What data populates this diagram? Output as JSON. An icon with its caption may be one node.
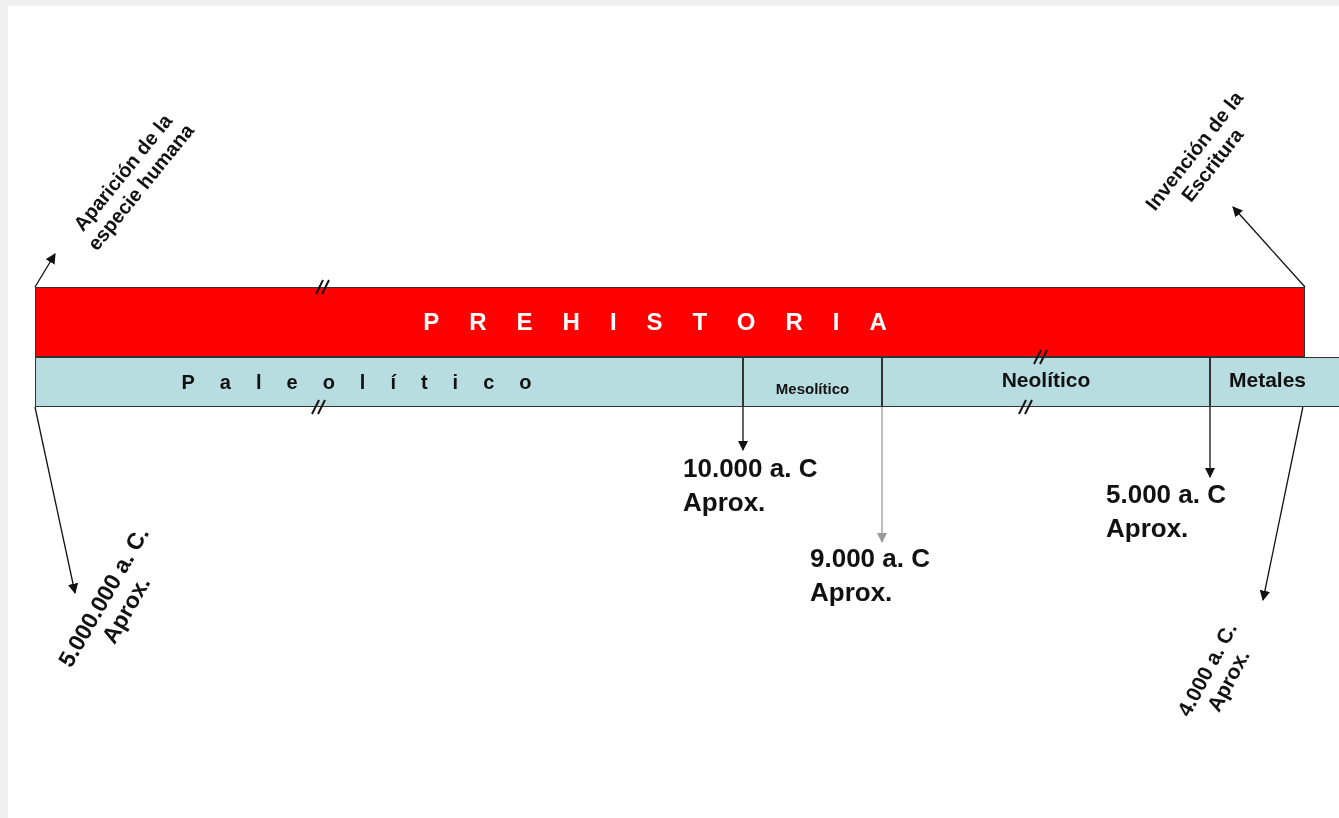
{
  "diagram": {
    "nodes": [
      {
        "text": [
          "PREHISTORIA"
        ]
      },
      {
        "text": [
          "Paleolítico"
        ]
      },
      {
        "text": [
          "Mesolítico"
        ]
      },
      {
        "text": [
          "Neolítico"
        ]
      },
      {
        "text": [
          "Metales"
        ]
      },
      {
        "text": [
          "Aparición de la especie humana"
        ]
      },
      {
        "text": [
          "Invención de la Escritura"
        ]
      },
      {
        "text": [
          "5.000.000 a. C. Aprox."
        ]
      },
      {
        "text": [
          "10.000 a. C Aprox."
        ]
      },
      {
        "text": [
          "9.000 a. C Aprox."
        ]
      },
      {
        "text": [
          "5.000 a. C Aprox."
        ]
      },
      {
        "text": [
          "4.000 a. C. Aprox."
        ]
      }
    ],
    "edges": [
      {
        "from": 0,
        "to": 5,
        "arrow": "to"
      },
      {
        "from": 0,
        "to": 6,
        "arrow": "to"
      },
      {
        "from": 1,
        "to": 7,
        "arrow": "to"
      },
      {
        "from": 2,
        "to": 8,
        "arrow": "to"
      },
      {
        "from": 3,
        "to": 9,
        "arrow": "to",
        "color": "#999999"
      },
      {
        "from": 4,
        "to": 10,
        "arrow": "to"
      },
      {
        "from": 4,
        "to": 11,
        "arrow": "to"
      }
    ]
  }
}
